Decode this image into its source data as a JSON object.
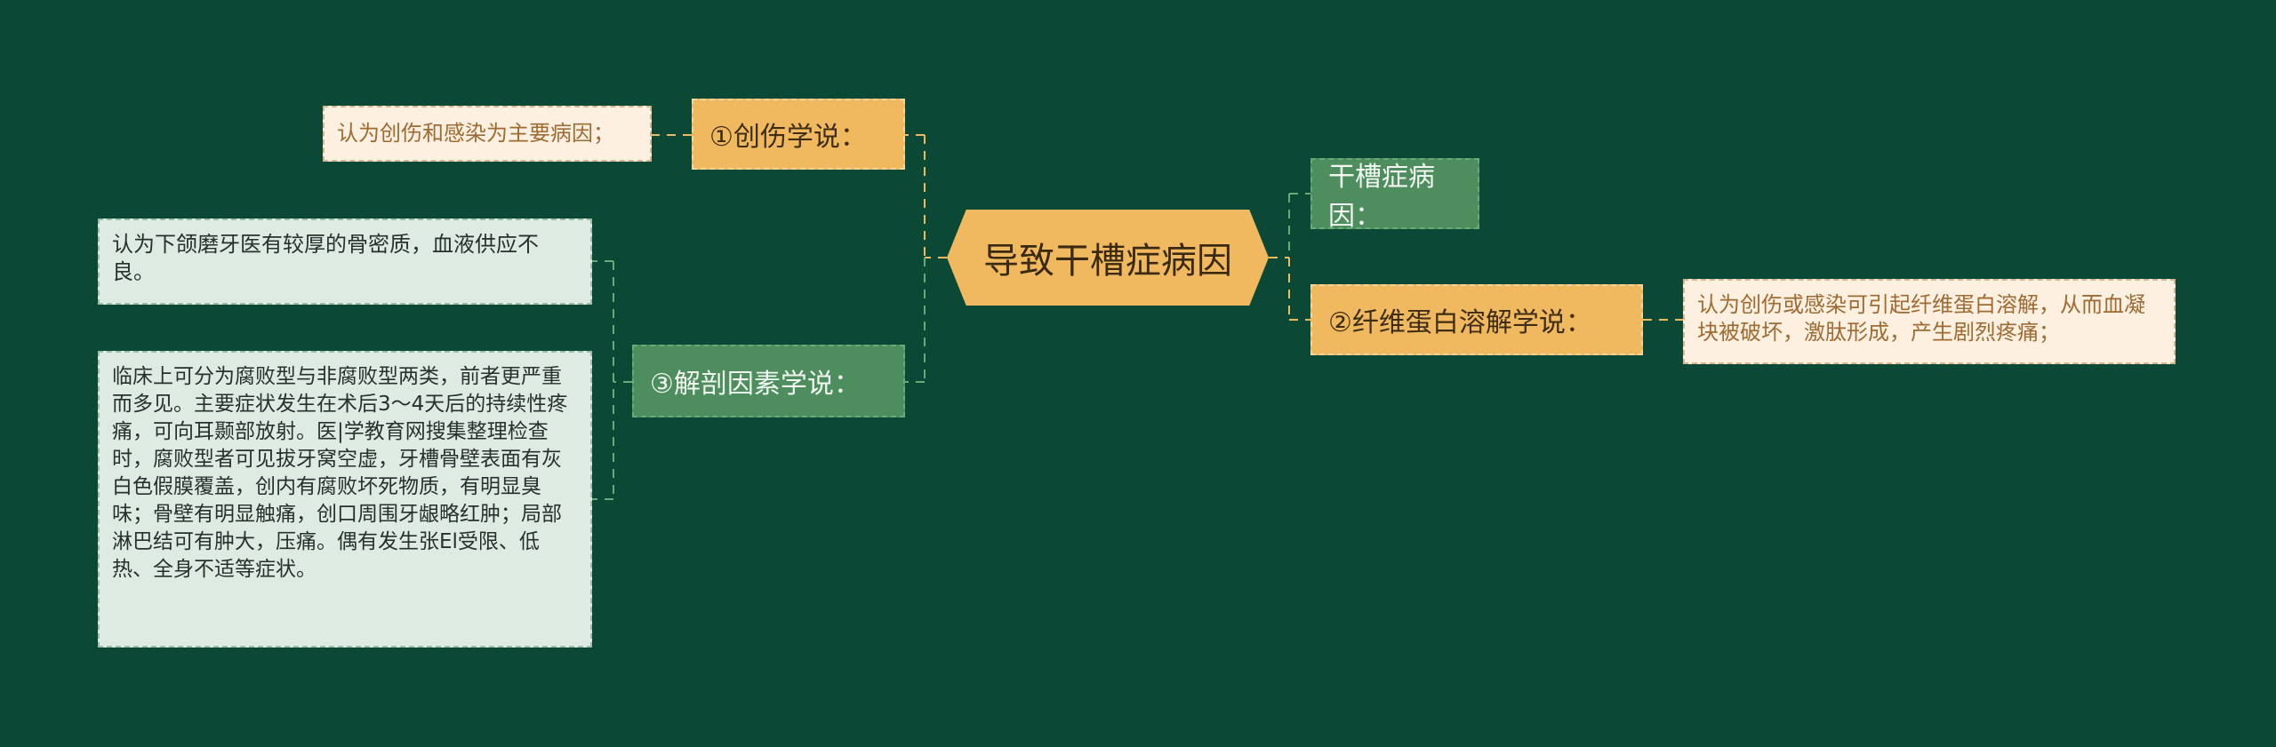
{
  "diagram": {
    "center": "导致干槽症病因",
    "branches": {
      "trauma": "①创伤学说：",
      "dry_socket_cause": "干槽症病因：",
      "fibrinolysis": "②纤维蛋白溶解学说：",
      "anatomy": "③解剖因素学说："
    },
    "notes": {
      "trauma_note": "认为创伤和感染为主要病因；",
      "fibrinolysis_note": "认为创伤或感染可引起纤维蛋白溶解，从而血凝块被破坏，激肽形成，产生剧烈疼痛；",
      "anatomy_note_1": "认为下颌磨牙医有较厚的骨密质，血液供应不良。",
      "anatomy_note_2": "临床上可分为腐败型与非腐败型两类，前者更严重而多见。主要症状发生在术后3～4天后的持续性疼痛，可向耳颞部放射。医|学教育网搜集整理检查时，腐败型者可见拔牙窝空虚，牙槽骨壁表面有灰白色假膜覆盖，创内有腐败坏死物质，有明显臭味；骨壁有明显触痛，创口周围牙龈略红肿；局部淋巴结可有肿大，压痛。偶有发生张El受限、低热、全身不适等症状。"
    }
  },
  "colors": {
    "background": "#0b4836",
    "orange_node": "#f0b95f",
    "green_node": "#4e8d5e",
    "cream_note": "#fdf0e0",
    "mint_note": "#deebe3",
    "orange_connector": "#f0b95f",
    "green_connector": "#6aaa77"
  }
}
